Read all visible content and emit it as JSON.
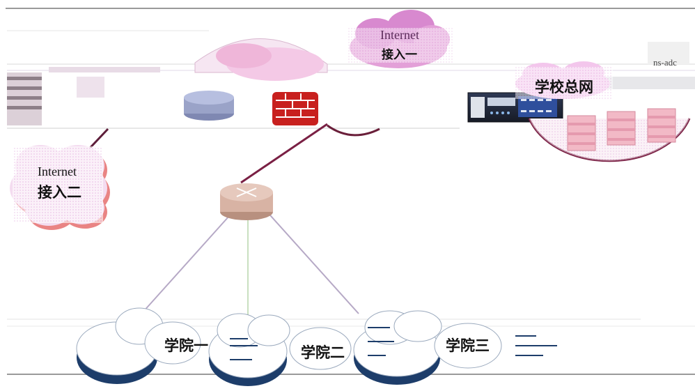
{
  "internet_access_1": {
    "line1": "Internet",
    "line2": "接入一"
  },
  "internet_access_2": {
    "line1": "Internet",
    "line2": "接入二"
  },
  "campus_network": {
    "label": "学校总网",
    "corner_text": "ns-adc"
  },
  "colleges": [
    {
      "label": "学院一"
    },
    {
      "label": "学院二"
    },
    {
      "label": "学院三"
    }
  ],
  "colors": {
    "cloud_pink": "#f3c6ec",
    "cloud_pink_shadow": "#e98484",
    "cloud_blue_shadow": "#1d3d6a",
    "firewall_red": "#c8201e",
    "router_blue": "#9aa3c8",
    "router_tan": "#d8b3a4",
    "link_dark": "#7a2044",
    "link_college": "#b6a9c6"
  }
}
